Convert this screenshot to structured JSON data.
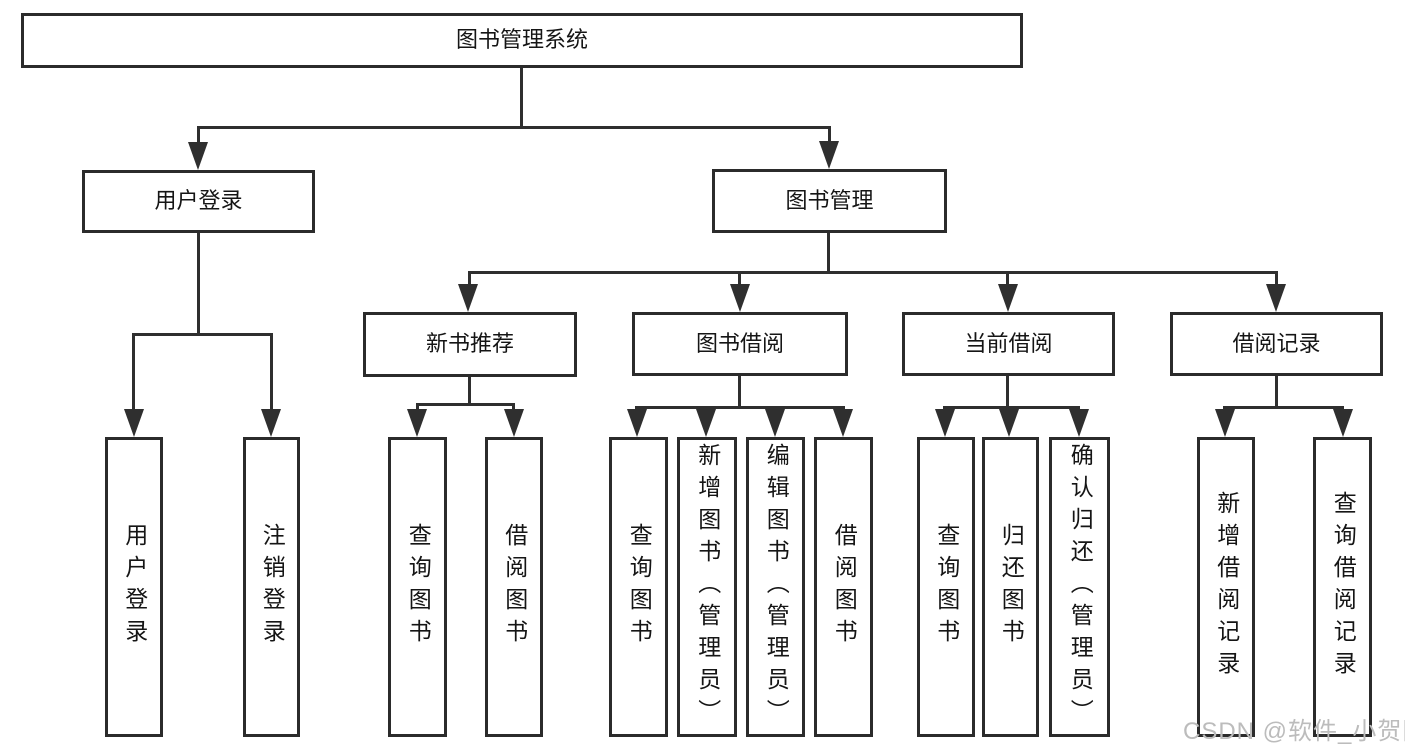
{
  "diagram_title": "图书管理系统",
  "tree": {
    "root": {
      "label": "图书管理系统",
      "children": [
        {
          "label": "用户登录",
          "children": [
            {
              "label": "用户登录"
            },
            {
              "label": "注销登录"
            }
          ]
        },
        {
          "label": "图书管理",
          "children": [
            {
              "label": "新书推荐",
              "children": [
                {
                  "label": "查询图书"
                },
                {
                  "label": "借阅图书"
                }
              ]
            },
            {
              "label": "图书借阅",
              "children": [
                {
                  "label": "查询图书"
                },
                {
                  "label": "新增图书（管理员）"
                },
                {
                  "label": "编辑图书（管理员）"
                },
                {
                  "label": "借阅图书"
                }
              ]
            },
            {
              "label": "当前借阅",
              "children": [
                {
                  "label": "查询图书"
                },
                {
                  "label": "归还图书"
                },
                {
                  "label": "确认归还（管理员）"
                }
              ]
            },
            {
              "label": "借阅记录",
              "children": [
                {
                  "label": "新增借阅记录"
                },
                {
                  "label": "查询借阅记录"
                }
              ]
            }
          ]
        }
      ]
    }
  },
  "watermark": {
    "text": "CSDN @软件_小贺同学"
  },
  "colors": {
    "line": "#2f2f2f",
    "box_border": "#2b2b2b",
    "box_background": "#ffffff",
    "text": "#151515",
    "watermark": "#bcbcbc",
    "page_background": "#ffffff"
  }
}
